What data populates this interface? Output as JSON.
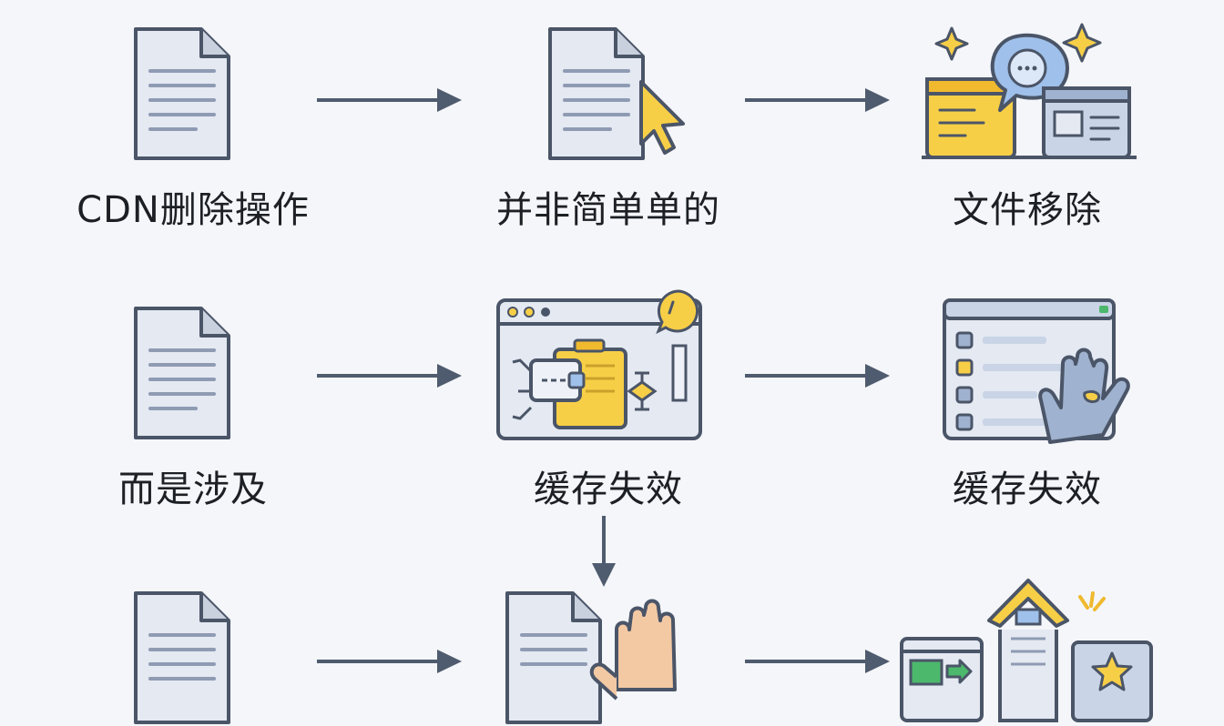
{
  "labels": {
    "step1": "CDN删除操作",
    "step2": "并非简单单的",
    "step3": "文件移除",
    "step4": "而是涉及",
    "step5": "缓存失效",
    "step6": "缓存失效"
  },
  "colors": {
    "background": "#f4f6f9",
    "stroke": "#4b5568",
    "doc_fill": "#e4e9f2",
    "line_fill": "#8f9bb3",
    "accent_yellow": "#f7cf47",
    "accent_blue": "#9fc0ea",
    "arrow": "#4f5b6e",
    "skin": "#f3c9a4",
    "green": "#4cb86b"
  },
  "icons": [
    "document-icon",
    "document-cursor-icon",
    "file-chat-window-icon",
    "document-icon",
    "browser-cache-icon",
    "browser-list-hand-icon",
    "document-icon",
    "document-hand-icon",
    "houses-windows-icon"
  ]
}
